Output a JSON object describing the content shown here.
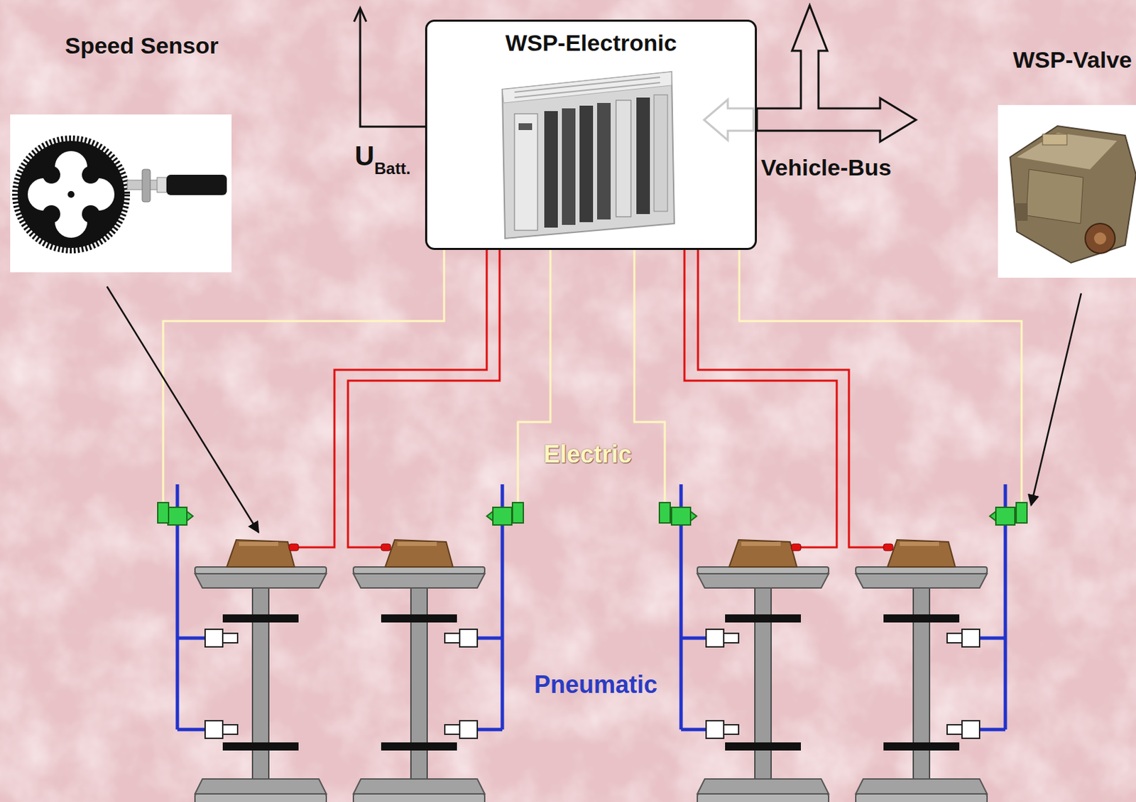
{
  "diagram": {
    "nodes": [
      {
        "text": [
          "Speed Sensor"
        ]
      },
      {
        "text": [
          "WSP-Electronic"
        ]
      },
      {
        "text": [
          "WSP-Valve"
        ]
      }
    ],
    "labels": [
      "U",
      "Batt.",
      "Vehicle-Bus",
      "Electric",
      "Pneumatic"
    ]
  }
}
